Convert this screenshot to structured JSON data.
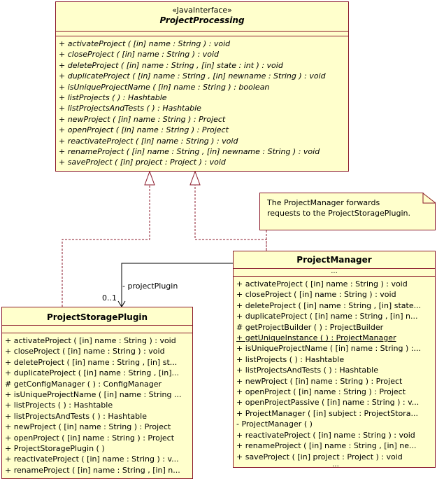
{
  "interface": {
    "stereotype": "«JavaInterface»",
    "name": "ProjectProcessing",
    "operations": [
      "+ activateProject ( [in] name : String ) : void",
      "+ closeProject ( [in] name : String ) : void",
      "+ deleteProject ( [in] name : String , [in] state : int ) : void",
      "+ duplicateProject ( [in] name : String , [in] newname : String ) : void",
      "+ isUniqueProjectName ( [in] name : String ) : boolean",
      "+ listProjects (  ) : Hashtable",
      "+ listProjectsAndTests (  ) : Hashtable",
      "+ newProject ( [in] name : String ) : Project",
      "+ openProject ( [in] name : String ) : Project",
      "+ reactivateProject ( [in] name : String ) : void",
      "+ renameProject ( [in] name : String , [in] newname : String ) : void",
      "+ saveProject ( [in] project : Project ) : void"
    ]
  },
  "note": {
    "line1": "The ProjectManager forwards",
    "line2": "requests to the ProjectStoragePlugin."
  },
  "association": {
    "role": "- projectPlugin",
    "multiplicity": "0..1"
  },
  "storage_plugin": {
    "name": "ProjectStoragePlugin",
    "operations": [
      "+ activateProject ( [in] name : String ) : void",
      "+ closeProject ( [in] name : String ) : void",
      "+ deleteProject ( [in] name : String , [in] st...",
      "+ duplicateProject ( [in] name : String , [in]...",
      "# getConfigManager (  ) : ConfigManager",
      "+ isUniqueProjectName ( [in] name : String ...",
      "+ listProjects (  ) : Hashtable",
      "+ listProjectsAndTests (  ) : Hashtable",
      "+ newProject ( [in] name : String ) : Project",
      "+ openProject ( [in] name : String ) : Project",
      "+ ProjectStoragePlugin (  )",
      "+ reactivateProject ( [in] name : String ) : v...",
      "+ renameProject ( [in] name : String , [in] n..."
    ],
    "more": "..."
  },
  "manager": {
    "name": "ProjectManager",
    "attrs_more": "...",
    "operations": [
      "+ activateProject ( [in] name : String ) : void",
      "+ closeProject ( [in] name : String ) : void",
      "+ deleteProject ( [in] name : String , [in] state...",
      "+ duplicateProject ( [in] name : String , [in] n...",
      "# getProjectBuilder (  ) : ProjectBuilder",
      "+ getUniqueInstance (  ) : ProjectManager",
      "+ isUniqueProjectName ( [in] name : String ) :...",
      "+ listProjects (  ) : Hashtable",
      "+ listProjectsAndTests (  ) : Hashtable",
      "+ newProject ( [in] name : String ) : Project",
      "+ openProject ( [in] name : String ) : Project",
      "+ openProjectPassive ( [in] name : String ) : v...",
      "+ ProjectManager ( [in] subject : ProjectStora...",
      "- ProjectManager (  )",
      "+ reactivateProject ( [in] name : String ) : void",
      "+ renameProject ( [in] name : String , [in] ne...",
      "+ saveProject ( [in] project : Project ) : void"
    ],
    "more": "..."
  }
}
